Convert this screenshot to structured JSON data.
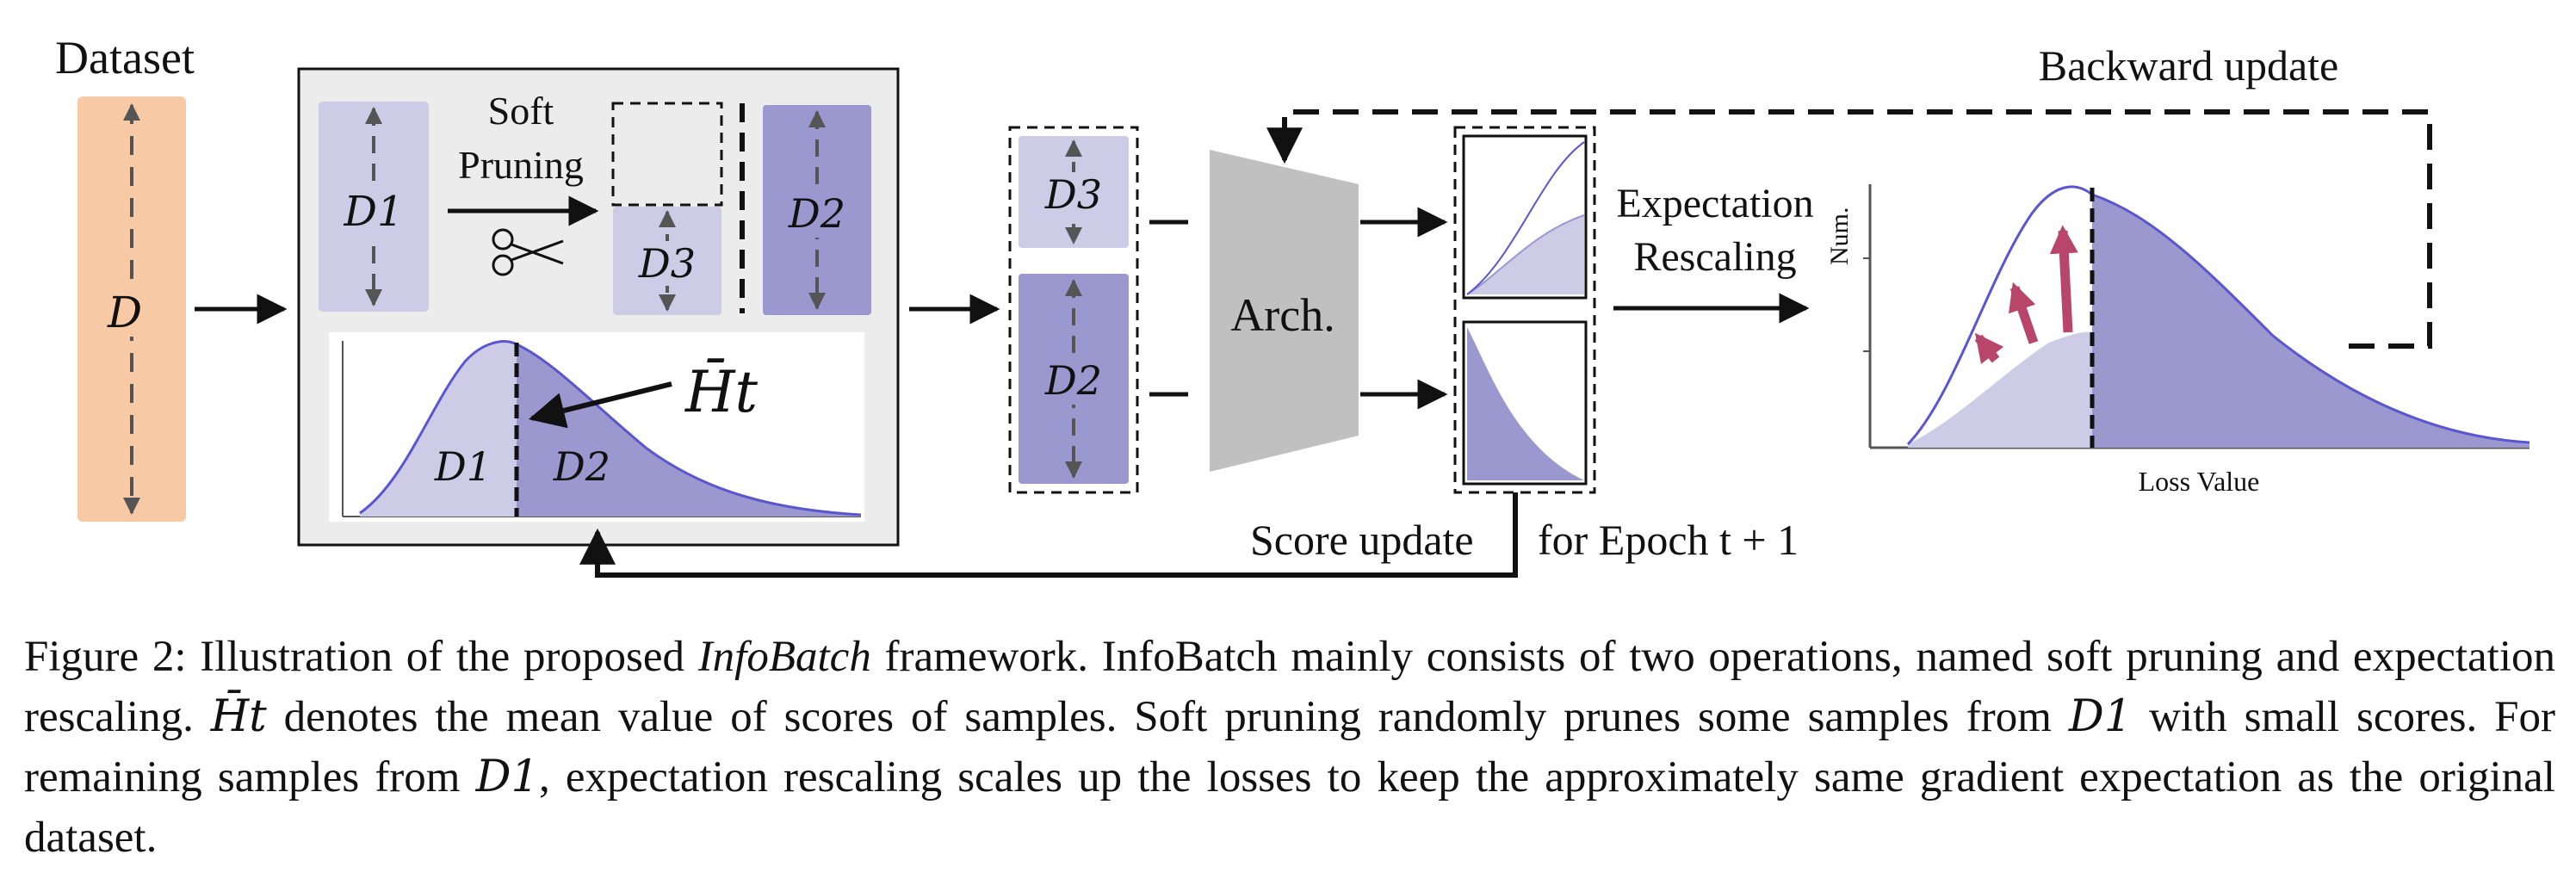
{
  "diagram": {
    "dataset_label": "Dataset",
    "dataset_symbol": "D",
    "soft_pruning_line1": "Soft",
    "soft_pruning_line2": "Pruning",
    "d1": "D1",
    "d2": "D2",
    "d3": "D3",
    "mean_score_symbol": "H̄t",
    "arch_label": "Arch.",
    "expectation_line1": "Expectation",
    "expectation_line2": "Rescaling",
    "backward_label": "Backward update",
    "score_update_label": "Score update",
    "epoch_label": "for Epoch t + 1",
    "y_axis_label": "Num.",
    "x_axis_label": "Loss Value"
  },
  "caption": {
    "figure_label": "Figure 2:",
    "part1": " Illustration of the proposed ",
    "framework_name": "InfoBatch",
    "part2": " framework. InfoBatch mainly consists of two operations, named soft pruning and expectation rescaling. ",
    "mean_symbol": "H̄t",
    "part3": " denotes the mean value of scores of samples. Soft pruning randomly prunes some samples from ",
    "d1_symbol": "D1",
    "part4": " with small scores. For remaining samples from ",
    "d1_symbol_2": "D1",
    "part5": ", expectation rescaling scales up the losses to keep the approximately same gradient expectation as the original dataset."
  },
  "colors": {
    "dataset_fill": "#f8c9a5",
    "light_purple": "#cdcbe6",
    "dark_purple": "#9b98d0",
    "curve_stroke": "#5a55d0",
    "arch_gray": "#c0c0c0",
    "panel_gray": "#ececec",
    "arrow_red": "#b8456a"
  }
}
